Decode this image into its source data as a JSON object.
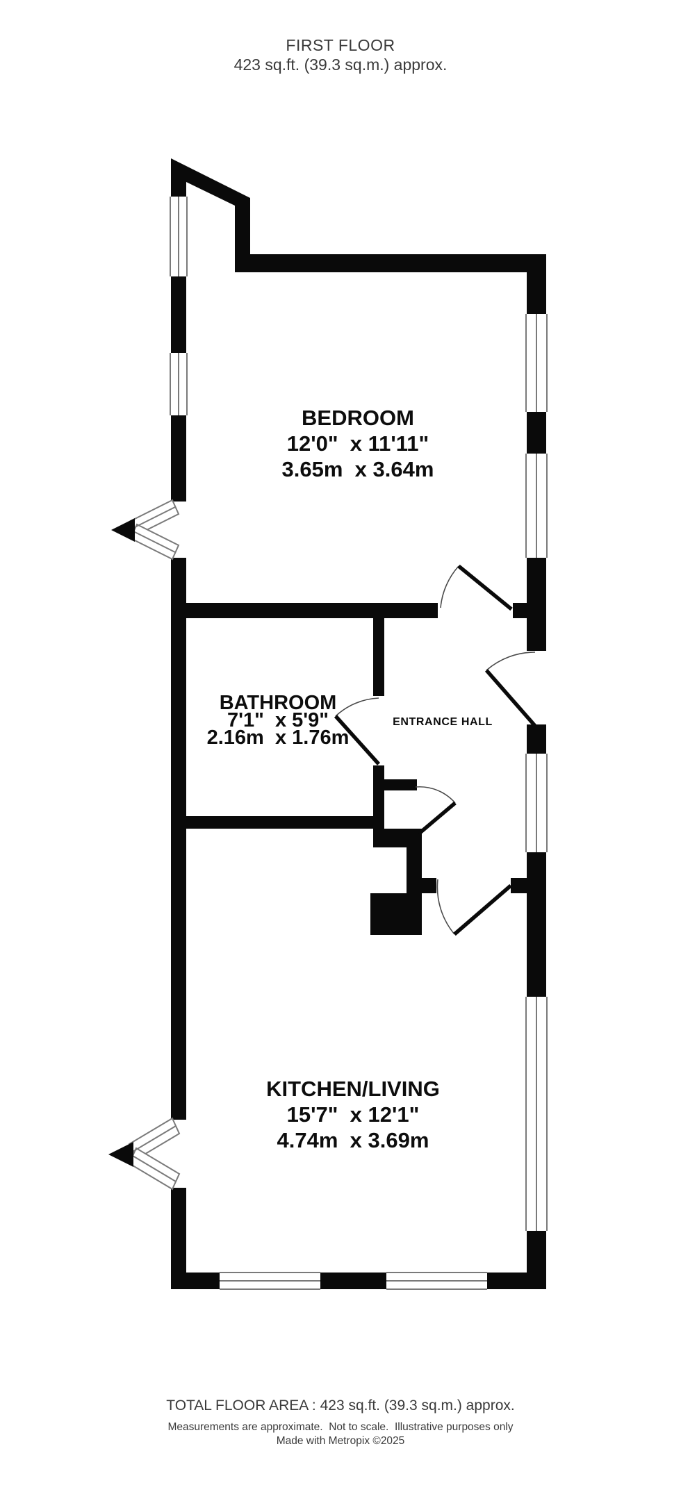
{
  "header": {
    "title": "FIRST FLOOR",
    "area": "423 sq.ft. (39.3 sq.m.) approx."
  },
  "rooms": {
    "bedroom": {
      "name": "BEDROOM",
      "imperial": "12'0\"  x 11'11\"",
      "metric": "3.65m  x 3.64m"
    },
    "bathroom": {
      "name": "BATHROOM",
      "imperial": "7'1\"  x 5'9\"",
      "metric": "2.16m  x 1.76m"
    },
    "entrance_hall": {
      "name": "ENTRANCE HALL"
    },
    "kitchen": {
      "name": "KITCHEN/LIVING",
      "imperial": "15'7\"  x 12'1\"",
      "metric": "4.74m  x 3.69m"
    }
  },
  "footer": {
    "total": "TOTAL FLOOR AREA : 423 sq.ft. (39.3 sq.m.) approx.",
    "disclaimer": "Measurements are approximate.  Not to scale.  Illustrative purposes only",
    "credit": "Made with Metropix ©2025"
  },
  "colors": {
    "background": "#ffffff",
    "wall": "#0a0a0a",
    "glazing_line": "#7a7a7a",
    "door_arc": "#4a4a4a",
    "heading_text": "#3a3a3a",
    "label_text": "#0d0d0d"
  }
}
